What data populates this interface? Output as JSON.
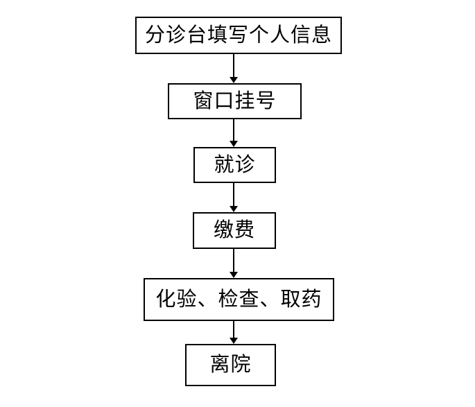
{
  "flowchart": {
    "type": "flowchart",
    "direction": "top-down",
    "nodes": [
      {
        "id": "triage-info",
        "label": "分诊台填写个人信息"
      },
      {
        "id": "window-registration",
        "label": "窗口挂号"
      },
      {
        "id": "consultation",
        "label": "就诊"
      },
      {
        "id": "payment",
        "label": "缴费"
      },
      {
        "id": "tests-checkup-medicine",
        "label": "化验、检查、取药"
      },
      {
        "id": "discharge",
        "label": "离院"
      }
    ],
    "edges": [
      {
        "from": "triage-info",
        "to": "window-registration"
      },
      {
        "from": "window-registration",
        "to": "consultation"
      },
      {
        "from": "consultation",
        "to": "payment"
      },
      {
        "from": "payment",
        "to": "tests-checkup-medicine"
      },
      {
        "from": "tests-checkup-medicine",
        "to": "discharge"
      }
    ],
    "colors": {
      "line": "#000000",
      "text": "#000000",
      "node_fill": "#ffffff",
      "background": "#ffffff"
    }
  }
}
